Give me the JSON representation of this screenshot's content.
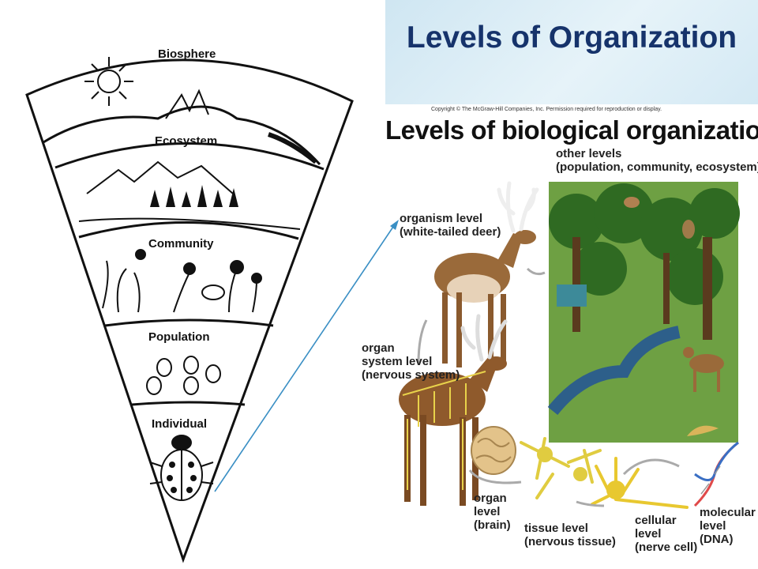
{
  "slide_title": "Levels of Organization",
  "pyramid": {
    "levels": [
      "Biosphere",
      "Ecosystem",
      "Community",
      "Population",
      "Individual"
    ]
  },
  "figure": {
    "copyright": "Copyright © The McGraw-Hill Companies, Inc. Permission required for reproduction or display.",
    "title": "Levels of biological organization",
    "labels": {
      "other_levels": [
        "other levels",
        "(population, community, ecosystem)"
      ],
      "organism": [
        "organism level",
        "(white-tailed deer)"
      ],
      "organ_system": [
        "organ",
        "system level",
        "(nervous system)"
      ],
      "organ": [
        "organ",
        "level",
        "(brain)"
      ],
      "tissue": [
        "tissue level",
        "(nervous tissue)"
      ],
      "cellular": [
        "cellular",
        "level",
        "(nerve cell)"
      ],
      "molecular": [
        "molecular",
        "level",
        "(DNA)"
      ]
    }
  },
  "colors": {
    "title": "#16336b",
    "banner": "#d8ecf6",
    "arrow": "#3a8fc4",
    "deer": "#9a6a3a",
    "nerve": "#e8d24a",
    "forest": "#5b8f3a"
  }
}
